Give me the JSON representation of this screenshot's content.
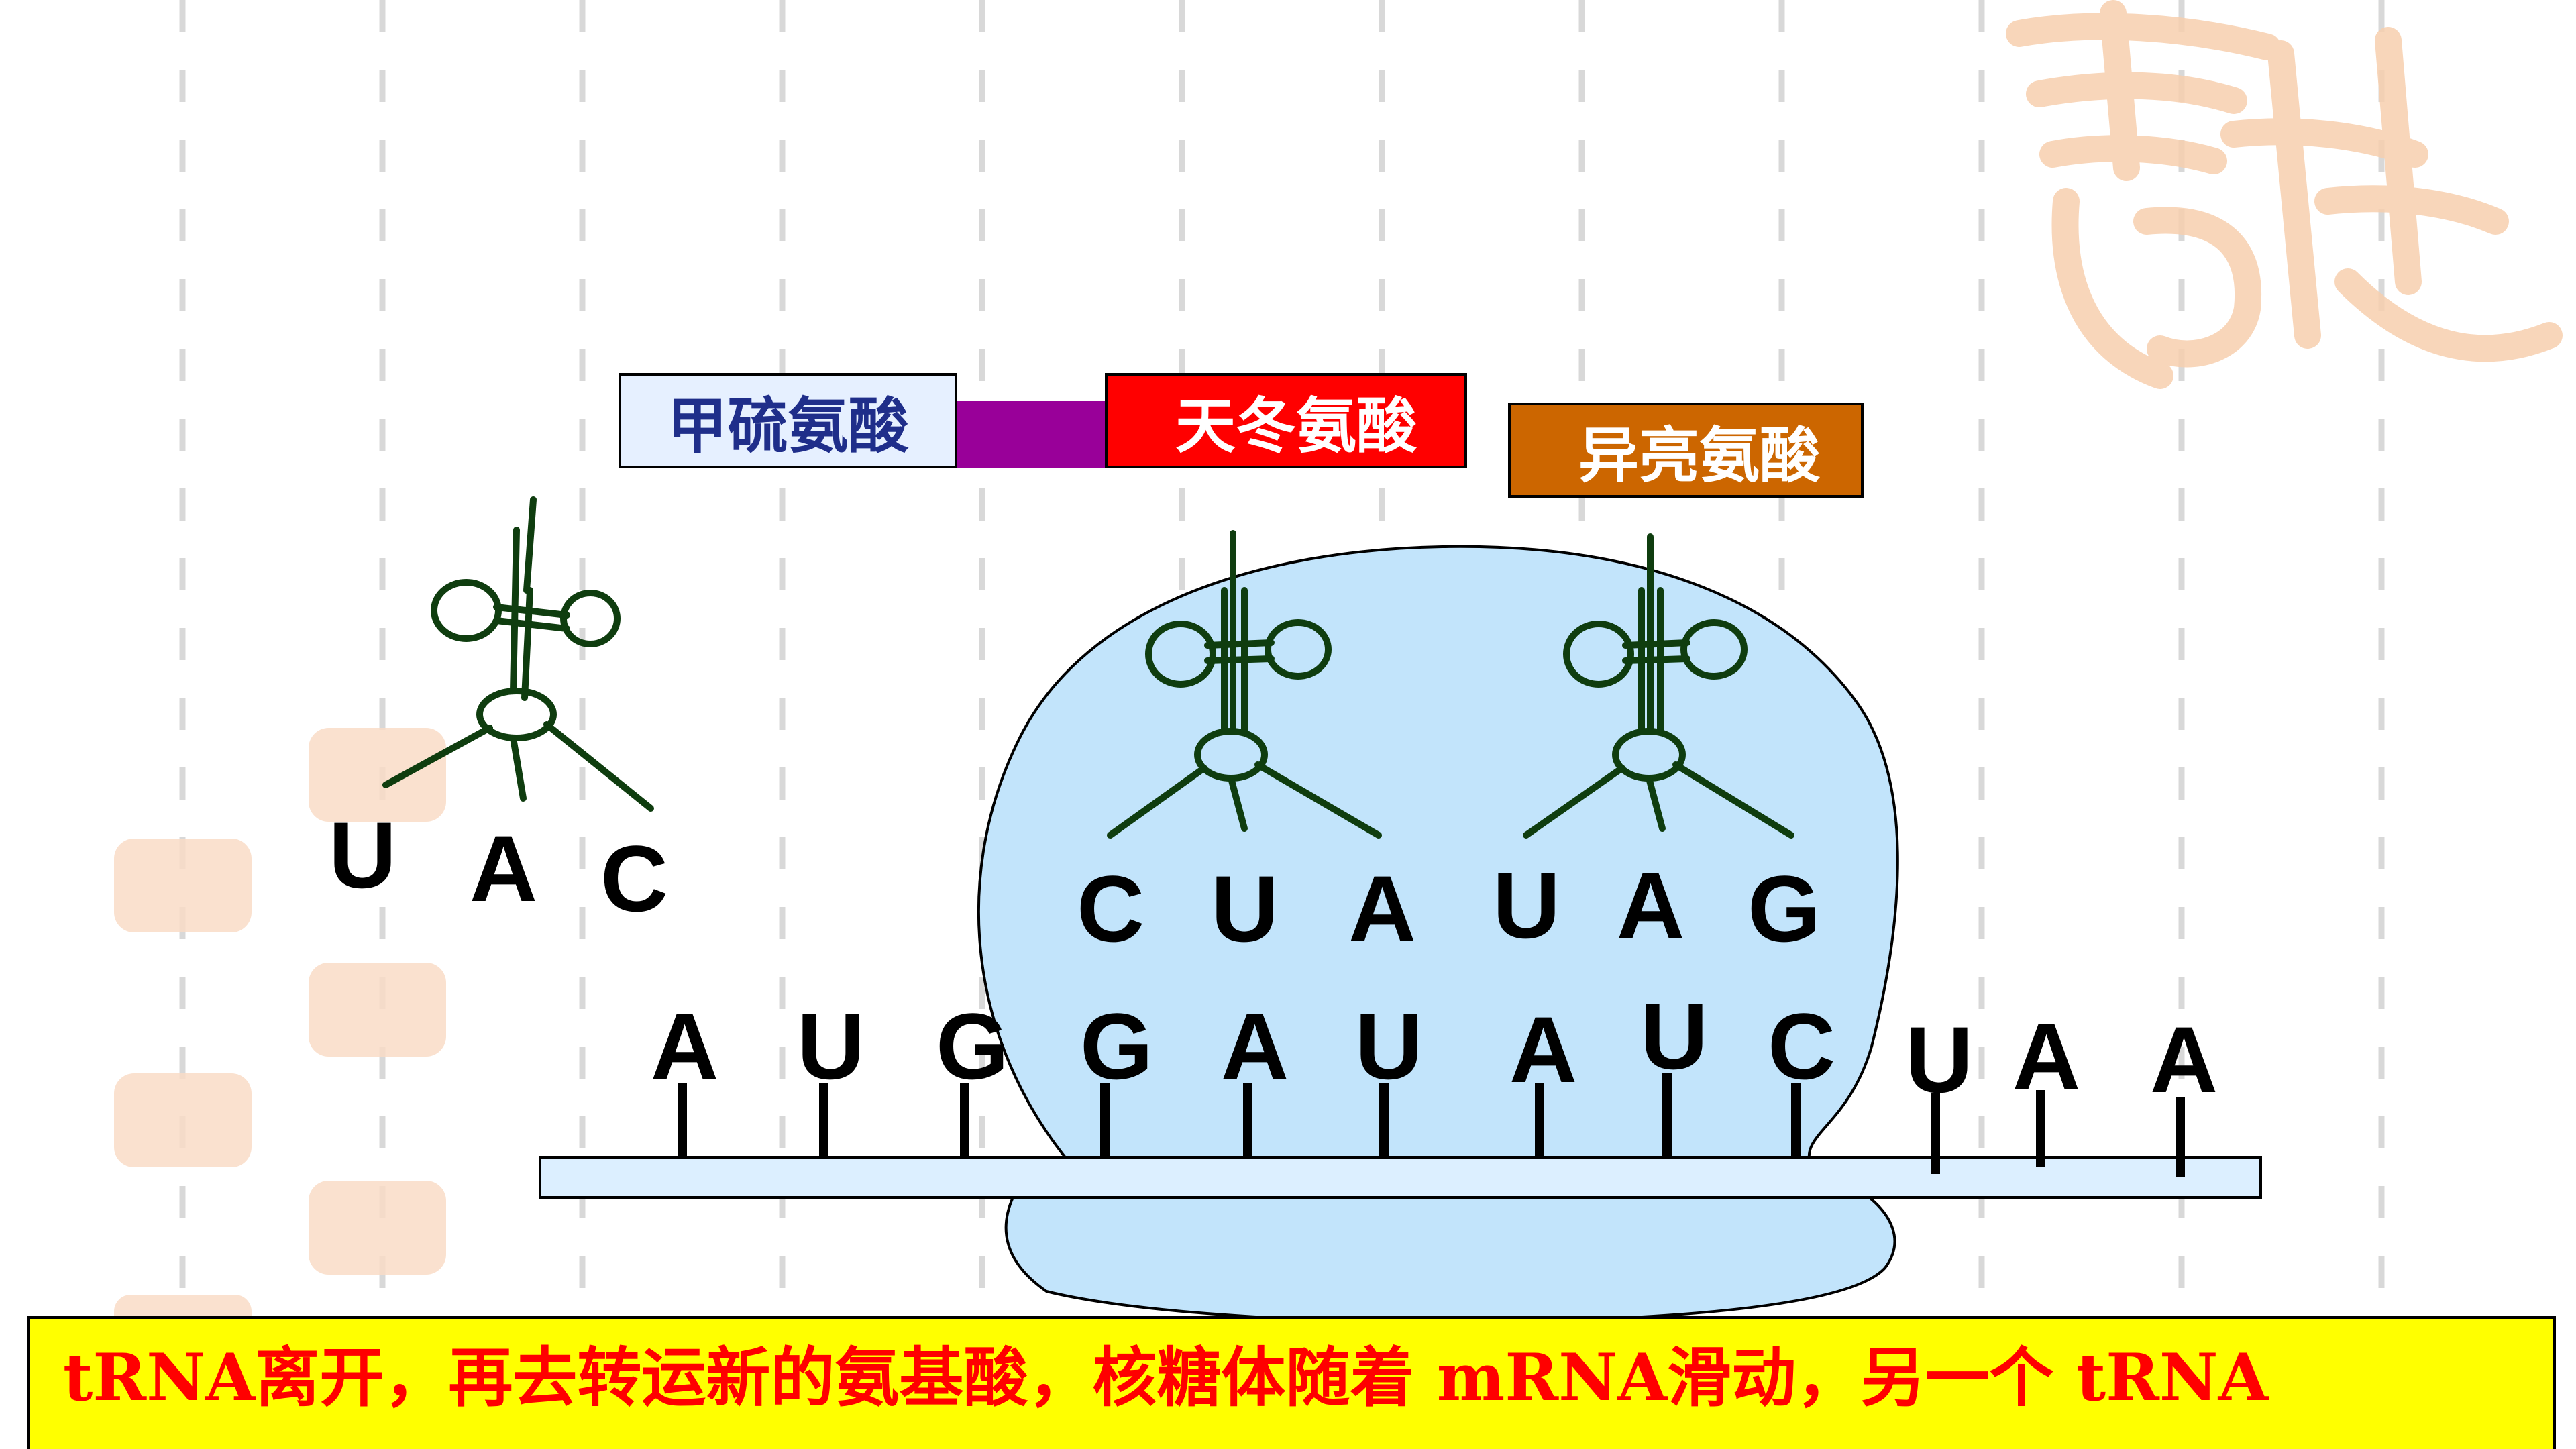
{
  "amino_acids": {
    "met": "甲硫氨酸",
    "asp": "天冬氨酸",
    "ile": "异亮氨酸"
  },
  "trna_anticodons": {
    "released": [
      "U",
      "A",
      "C"
    ],
    "p_site": [
      "C",
      "U",
      "A"
    ],
    "a_site": [
      "U",
      "A",
      "G"
    ]
  },
  "mrna_bases": [
    "A",
    "U",
    "G",
    "G",
    "A",
    "U",
    "A",
    "U",
    "C",
    "U",
    "A",
    "A"
  ],
  "caption": {
    "line1": "tRNA离开，再去转运新的氨基酸，核糖体随着 mRNA滑动，另一个 tRNA"
  },
  "colors": {
    "met_fill": "#e6f0ff",
    "met_text": "#1f2e8a",
    "bond": "#990099",
    "asp_fill": "#ff0000",
    "ile_fill": "#cc6600",
    "ribosome": "#c2e4fb",
    "mrna_strand": "#dcefff",
    "trna_stroke": "#0f3d0f",
    "caption_bg": "#ffff00",
    "caption_text": "#ff0000",
    "watermark": "#f5c9a8"
  }
}
